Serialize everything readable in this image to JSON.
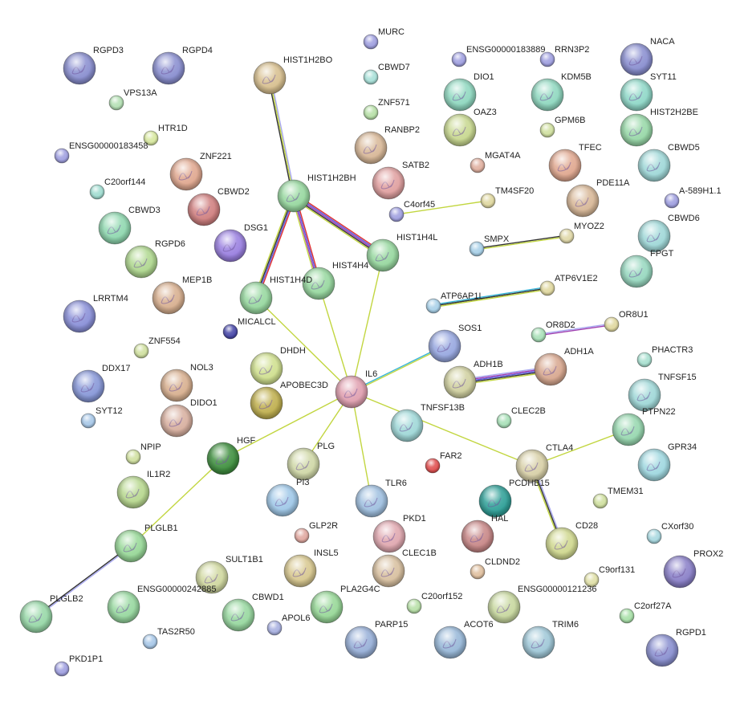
{
  "title": "Protein interaction network",
  "edge_palette": {
    "black": "#333333",
    "yellow": "#c2d640",
    "blue": "#5a5ae0",
    "red": "#e03030",
    "purple": "#a040b0",
    "cyan": "#38b4d8",
    "lavender": "#a8a8f0"
  },
  "nodes": [
    {
      "name": "RGPD3",
      "color": "#8a8fd0"
    },
    {
      "name": "RGPD4",
      "color": "#8a8fd0"
    },
    {
      "name": "VPS13A",
      "color": "#b4e0b4"
    },
    {
      "name": "HTR1D",
      "color": "#d8e8a0"
    },
    {
      "name": "ENSG00000183458",
      "color": "#a0a0e0"
    },
    {
      "name": "ZNF221",
      "color": "#e0a890"
    },
    {
      "name": "C20orf144",
      "color": "#a0dcd0"
    },
    {
      "name": "CBWD2",
      "color": "#d08080"
    },
    {
      "name": "CBWD3",
      "color": "#90d8b0"
    },
    {
      "name": "DSG1",
      "color": "#9a80e0"
    },
    {
      "name": "RGPD6",
      "color": "#b0d890"
    },
    {
      "name": "MEP1B",
      "color": "#d8b090"
    },
    {
      "name": "LRRTM4",
      "color": "#8a90d8"
    },
    {
      "name": "MICALCL",
      "color": "#4848a8"
    },
    {
      "name": "ZNF554",
      "color": "#d0e0a0"
    },
    {
      "name": "DDX17",
      "color": "#8898d8"
    },
    {
      "name": "NOL3",
      "color": "#d8b090"
    },
    {
      "name": "SYT12",
      "color": "#a8c8e8"
    },
    {
      "name": "DIDO1",
      "color": "#d8b0a0"
    },
    {
      "name": "NPIP",
      "color": "#d0e0a0"
    },
    {
      "name": "HGF",
      "color": "#409040"
    },
    {
      "name": "IL1R2",
      "color": "#b8d890"
    },
    {
      "name": "PLGLB1",
      "color": "#98d898"
    },
    {
      "name": "PLGLB2",
      "color": "#98d8a8"
    },
    {
      "name": "ENSG00000242885",
      "color": "#98d8a0"
    },
    {
      "name": "SULT1B1",
      "color": "#d0d8a0"
    },
    {
      "name": "CBWD1",
      "color": "#98d8a0"
    },
    {
      "name": "TAS2R50",
      "color": "#a8c8e8"
    },
    {
      "name": "APOL6",
      "color": "#a8b0e0"
    },
    {
      "name": "PKD1P1",
      "color": "#a0a0e0"
    },
    {
      "name": "HIST1H2BO",
      "color": "#d8c090"
    },
    {
      "name": "MURC",
      "color": "#a0a0e0"
    },
    {
      "name": "CBWD7",
      "color": "#a8e0d8"
    },
    {
      "name": "ZNF571",
      "color": "#b8e0a8"
    },
    {
      "name": "RANBP2",
      "color": "#d8b898"
    },
    {
      "name": "SATB2",
      "color": "#e0a0a0"
    },
    {
      "name": "C4orf45",
      "color": "#a0a0e0"
    },
    {
      "name": "HIST1H2BH",
      "color": "#98d8a0"
    },
    {
      "name": "HIST1H4L",
      "color": "#98d8a0"
    },
    {
      "name": "HIST4H4",
      "color": "#98d8a0"
    },
    {
      "name": "HIST1H4D",
      "color": "#98d8a0"
    },
    {
      "name": "DHDH",
      "color": "#d0e090"
    },
    {
      "name": "APOBEC3D",
      "color": "#c0b050"
    },
    {
      "name": "IL6",
      "color": "#e0a0b0"
    },
    {
      "name": "PLG",
      "color": "#d0d8a8"
    },
    {
      "name": "PI3",
      "color": "#a0c8e8"
    },
    {
      "name": "TLR6",
      "color": "#a0c0e0"
    },
    {
      "name": "GLP2R",
      "color": "#e0a8a0"
    },
    {
      "name": "PKD1",
      "color": "#e0a8b0"
    },
    {
      "name": "INSL5",
      "color": "#d8c890"
    },
    {
      "name": "CLEC1B",
      "color": "#d8c0a0"
    },
    {
      "name": "PLA2G4C",
      "color": "#98d898"
    },
    {
      "name": "C20orf152",
      "color": "#b8e0a8"
    },
    {
      "name": "PARP15",
      "color": "#98b0d8"
    },
    {
      "name": "ENSG00000183889",
      "color": "#a0a0e0"
    },
    {
      "name": "RRN3P2",
      "color": "#a0a0e0"
    },
    {
      "name": "NACA",
      "color": "#8a8fd0"
    },
    {
      "name": "DIO1",
      "color": "#90d8c0"
    },
    {
      "name": "KDM5B",
      "color": "#90d8c0"
    },
    {
      "name": "SYT11",
      "color": "#90d8c8"
    },
    {
      "name": "OAZ3",
      "color": "#c8d890"
    },
    {
      "name": "GPM6B",
      "color": "#d0e0a0"
    },
    {
      "name": "HIST2H2BE",
      "color": "#98d8a8"
    },
    {
      "name": "MGAT4A",
      "color": "#e0b0a0"
    },
    {
      "name": "TFEC",
      "color": "#e0a890"
    },
    {
      "name": "CBWD5",
      "color": "#a0d8d8"
    },
    {
      "name": "TM4SF20",
      "color": "#e0d8a0"
    },
    {
      "name": "PDE11A",
      "color": "#d8b898"
    },
    {
      "name": "A-589H1.1",
      "color": "#a0a0e0"
    },
    {
      "name": "SMPX",
      "color": "#a8d0e8"
    },
    {
      "name": "MYOZ2",
      "color": "#e0d8a8"
    },
    {
      "name": "CBWD6",
      "color": "#a0d8d8"
    },
    {
      "name": "FPGT",
      "color": "#98d8c0"
    },
    {
      "name": "ATP6AP1L",
      "color": "#a8d0e8"
    },
    {
      "name": "ATP6V1E2",
      "color": "#e0d8a0"
    },
    {
      "name": "OR8D2",
      "color": "#a8e0b8"
    },
    {
      "name": "OR8U1",
      "color": "#e0d8a0"
    },
    {
      "name": "SOS1",
      "color": "#98a8e0"
    },
    {
      "name": "ADH1B",
      "color": "#d0d0a0"
    },
    {
      "name": "ADH1A",
      "color": "#d8a890"
    },
    {
      "name": "PHACTR3",
      "color": "#a8e0d0"
    },
    {
      "name": "TNFSF15",
      "color": "#a0d8d8"
    },
    {
      "name": "TNFSF13B",
      "color": "#a0d8d8"
    },
    {
      "name": "CLEC2B",
      "color": "#a8e0b8"
    },
    {
      "name": "PTPN22",
      "color": "#98d8b0"
    },
    {
      "name": "FAR2",
      "color": "#e05050"
    },
    {
      "name": "CTLA4",
      "color": "#d8d0a8"
    },
    {
      "name": "GPR34",
      "color": "#a0d8e0"
    },
    {
      "name": "PCDHB15",
      "color": "#30a098"
    },
    {
      "name": "TMEM31",
      "color": "#d0e0a0"
    },
    {
      "name": "CD28",
      "color": "#d0d890"
    },
    {
      "name": "CXorf30",
      "color": "#a8d8e0"
    },
    {
      "name": "HAL",
      "color": "#c88888"
    },
    {
      "name": "PROX2",
      "color": "#8a80c8"
    },
    {
      "name": "CLDND2",
      "color": "#e0c0a0"
    },
    {
      "name": "C9orf131",
      "color": "#e0e0a8"
    },
    {
      "name": "ENSG00000121236",
      "color": "#c8d8a0"
    },
    {
      "name": "C2orf27A",
      "color": "#a8e0a8"
    },
    {
      "name": "ACOT6",
      "color": "#98b8d8"
    },
    {
      "name": "TRIM6",
      "color": "#a0c8d8"
    },
    {
      "name": "RGPD1",
      "color": "#8a90d0"
    }
  ],
  "edges": [
    {
      "from": "HIST1H2BO",
      "to": "HIST1H2BH",
      "colors": [
        "lavender",
        "yellow",
        "black"
      ]
    },
    {
      "from": "HIST1H2BH",
      "to": "HIST1H4L",
      "colors": [
        "red",
        "blue",
        "purple",
        "black",
        "yellow"
      ]
    },
    {
      "from": "HIST1H2BH",
      "to": "HIST4H4",
      "colors": [
        "red",
        "blue",
        "purple",
        "yellow"
      ]
    },
    {
      "from": "HIST1H2BH",
      "to": "HIST1H4D",
      "colors": [
        "red",
        "blue",
        "black",
        "yellow"
      ]
    },
    {
      "from": "HIST1H4L",
      "to": "IL6",
      "colors": [
        "yellow"
      ]
    },
    {
      "from": "HIST4H4",
      "to": "IL6",
      "colors": [
        "yellow"
      ]
    },
    {
      "from": "HIST1H4D",
      "to": "IL6",
      "colors": [
        "yellow"
      ]
    },
    {
      "from": "C4orf45",
      "to": "TM4SF20",
      "colors": [
        "yellow"
      ]
    },
    {
      "from": "SMPX",
      "to": "MYOZ2",
      "colors": [
        "black",
        "yellow"
      ]
    },
    {
      "from": "ATP6AP1L",
      "to": "ATP6V1E2",
      "colors": [
        "cyan",
        "black",
        "yellow"
      ]
    },
    {
      "from": "OR8D2",
      "to": "OR8U1",
      "colors": [
        "lavender",
        "purple"
      ]
    },
    {
      "from": "IL6",
      "to": "SOS1",
      "colors": [
        "cyan",
        "yellow"
      ]
    },
    {
      "from": "ADH1B",
      "to": "ADH1A",
      "colors": [
        "lavender",
        "purple",
        "blue",
        "black",
        "yellow"
      ]
    },
    {
      "from": "IL6",
      "to": "CTLA4",
      "colors": [
        "yellow"
      ]
    },
    {
      "from": "CTLA4",
      "to": "PTPN22",
      "colors": [
        "yellow"
      ]
    },
    {
      "from": "CTLA4",
      "to": "CD28",
      "colors": [
        "lavender",
        "black",
        "yellow"
      ]
    },
    {
      "from": "IL6",
      "to": "HGF",
      "colors": [
        "yellow"
      ]
    },
    {
      "from": "IL6",
      "to": "PLG",
      "colors": [
        "yellow"
      ]
    },
    {
      "from": "IL6",
      "to": "TLR6",
      "colors": [
        "yellow"
      ]
    },
    {
      "from": "HGF",
      "to": "PLGLB1",
      "colors": [
        "yellow"
      ]
    },
    {
      "from": "PLGLB1",
      "to": "PLGLB2",
      "colors": [
        "lavender",
        "black"
      ]
    }
  ]
}
